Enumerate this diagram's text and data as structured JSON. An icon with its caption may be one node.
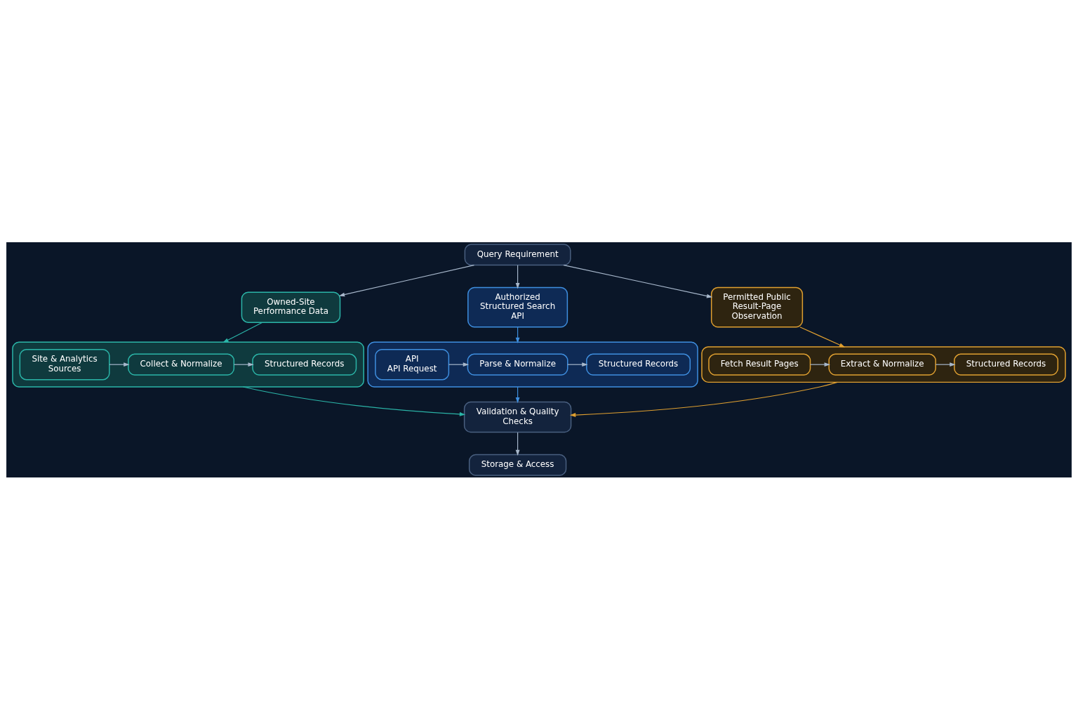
{
  "diagram": {
    "nodes": [
      {
        "text": [
          "Query Requirement"
        ]
      },
      {
        "text": [
          "Owned-Site Performance Data"
        ]
      },
      {
        "text": [
          "Authorized Structured Search API"
        ]
      },
      {
        "text": [
          "Permitted Public Result-Page Observation"
        ]
      },
      {
        "text": [],
        "shape": "box"
      },
      {
        "text": [
          "Site & Analytics Sources"
        ],
        "in": 4
      },
      {
        "text": [
          "Collect & Normalize"
        ],
        "in": 4
      },
      {
        "text": [
          "Structured Records"
        ],
        "in": 4
      },
      {
        "text": [],
        "shape": "box"
      },
      {
        "text": [
          "API",
          "API Request"
        ],
        "in": 8
      },
      {
        "text": [
          "Parse & Normalize"
        ],
        "in": 8
      },
      {
        "text": [
          "Structured Records"
        ],
        "in": 8
      },
      {
        "text": [],
        "shape": "box"
      },
      {
        "text": [
          "Fetch Result Pages"
        ],
        "in": 12
      },
      {
        "text": [
          "Extract & Normalize"
        ],
        "in": 12
      },
      {
        "text": [
          "Structured Records"
        ],
        "in": 12
      },
      {
        "text": [
          "Validation & Quality Checks"
        ]
      },
      {
        "text": [
          "Storage & Access"
        ]
      }
    ],
    "edges": [
      {
        "from": 0,
        "to": 1,
        "arrow": "to"
      },
      {
        "from": 0,
        "to": 2,
        "arrow": "to"
      },
      {
        "from": 0,
        "to": 3,
        "arrow": "to"
      },
      {
        "from": 1,
        "to": 4,
        "arrow": "to",
        "color": "#2bb5a8"
      },
      {
        "from": 2,
        "to": 8,
        "arrow": "to",
        "color": "#3f8fe0"
      },
      {
        "from": 3,
        "to": 12,
        "arrow": "to",
        "color": "#e0a030"
      },
      {
        "from": 5,
        "to": 6,
        "arrow": "to"
      },
      {
        "from": 6,
        "to": 7,
        "arrow": "to"
      },
      {
        "from": 9,
        "to": 10,
        "arrow": "to"
      },
      {
        "from": 10,
        "to": 11,
        "arrow": "to"
      },
      {
        "from": 13,
        "to": 14,
        "arrow": "to"
      },
      {
        "from": 14,
        "to": 15,
        "arrow": "to"
      },
      {
        "from": 4,
        "to": 16,
        "arrow": "to",
        "color": "#2bb5a8"
      },
      {
        "from": 8,
        "to": 16,
        "arrow": "to",
        "color": "#3f8fe0"
      },
      {
        "from": 12,
        "to": 16,
        "arrow": "to",
        "color": "#e0a030"
      },
      {
        "from": 16,
        "to": 17,
        "arrow": "to"
      }
    ]
  }
}
